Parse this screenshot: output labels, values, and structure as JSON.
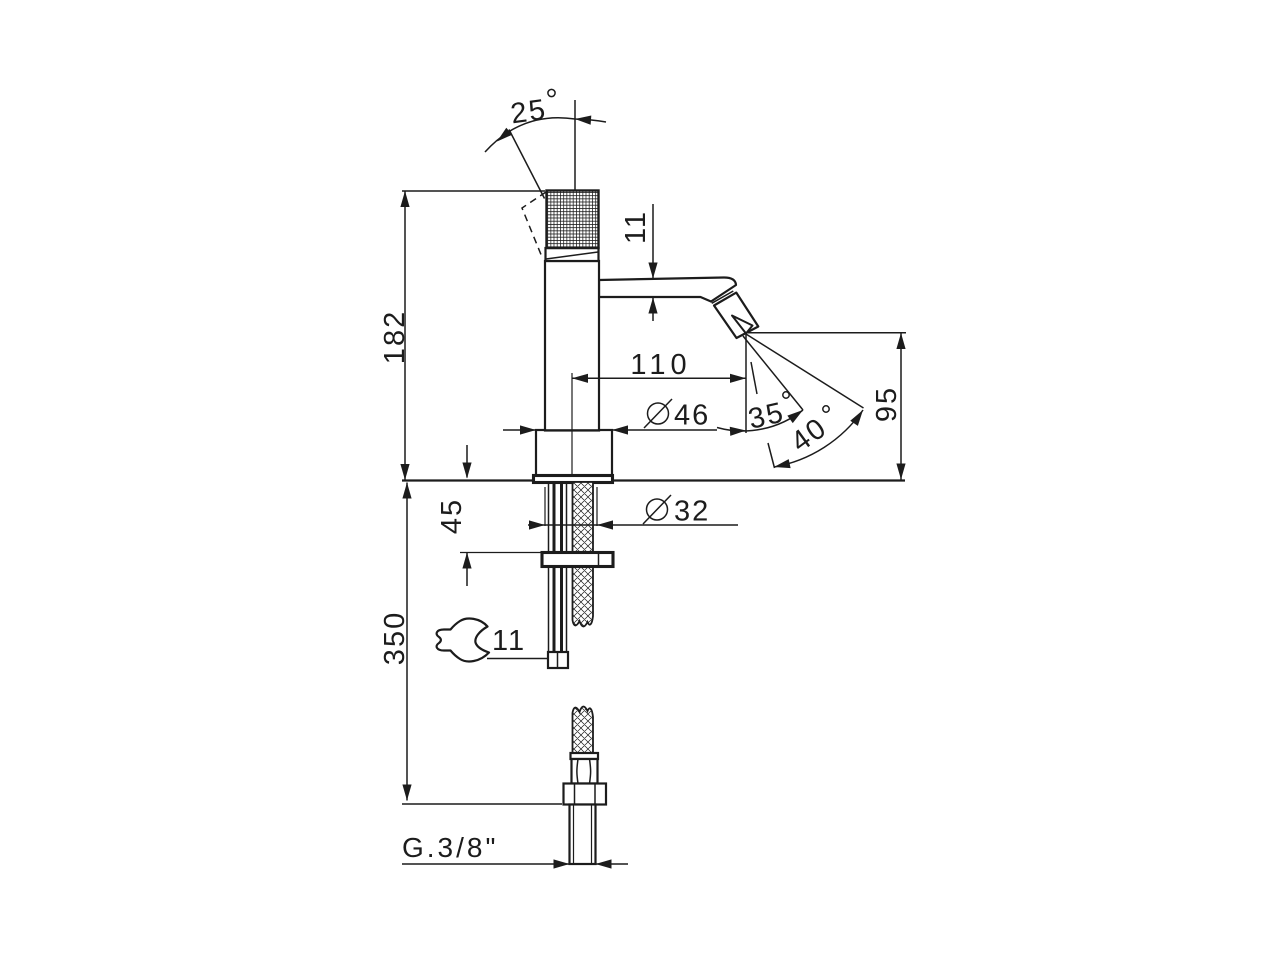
{
  "drawing": {
    "title": "faucet-installation-dimensions-technical-drawing",
    "background_color": "#ffffff",
    "line_color": "#1c1c1c"
  },
  "labels": {
    "handle_tilt_angle": "25",
    "spout_thickness": "11",
    "body_height": "182",
    "spout_reach": "110",
    "base_diameter": "46",
    "spray_angle": "35",
    "spray_swivel_range": "40",
    "spray_projection": "95",
    "deck_thickness": "45",
    "hole_diameter": "32",
    "hose_length": "350",
    "wrench_size": "11",
    "thread_size": "G.3/8\""
  },
  "icons": {
    "degree-mark": "°",
    "diameter-mark": "⌀",
    "wrench-icon": "open-end wrench",
    "flow-arrow": "hollow triangle arrow"
  }
}
